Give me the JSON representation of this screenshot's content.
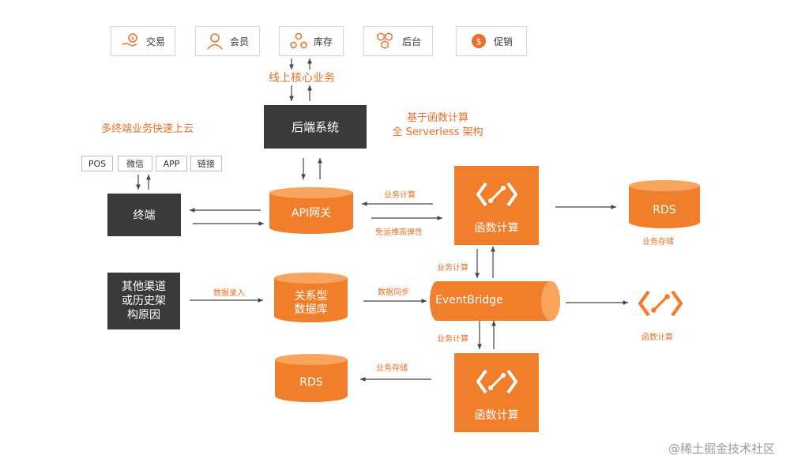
{
  "top_modules": [
    {
      "label": "交易",
      "icon": "hand-coin-icon"
    },
    {
      "label": "会员",
      "icon": "user-icon"
    },
    {
      "label": "库存",
      "icon": "webhook-icon"
    },
    {
      "label": "后台",
      "icon": "hexagons-icon"
    },
    {
      "label": "促销",
      "icon": "dollar-circle-icon"
    }
  ],
  "core_business_label": "线上核心业务",
  "multi_terminal_label": "多终端业务快速上云",
  "serverless_label": {
    "line1": "基于函数计算",
    "line2": "全 Serverless 架构"
  },
  "backend_system": "后端系统",
  "channels": [
    "POS",
    "微信",
    "APP",
    "链接"
  ],
  "terminal": "终端",
  "api_gateway": "API网关",
  "function_compute_label": "函数计算",
  "rds_label": "RDS",
  "business_storage": "业务存储",
  "business_compute": "业务计算",
  "ops_free": "免运维高弹性",
  "other_channels": {
    "line1": "其他渠道",
    "line2": "或历史架",
    "line3": "构原因"
  },
  "data_entry": "数据录入",
  "relational_db": {
    "line1": "关系型",
    "line2": "数据库"
  },
  "data_sync": "数据同步",
  "eventbridge": "EventBridge",
  "watermark": "@稀土掘金技术社区",
  "colors": {
    "accent": "#f07e2a",
    "dark": "#3a3a3a",
    "text_orange": "#e8702a"
  }
}
